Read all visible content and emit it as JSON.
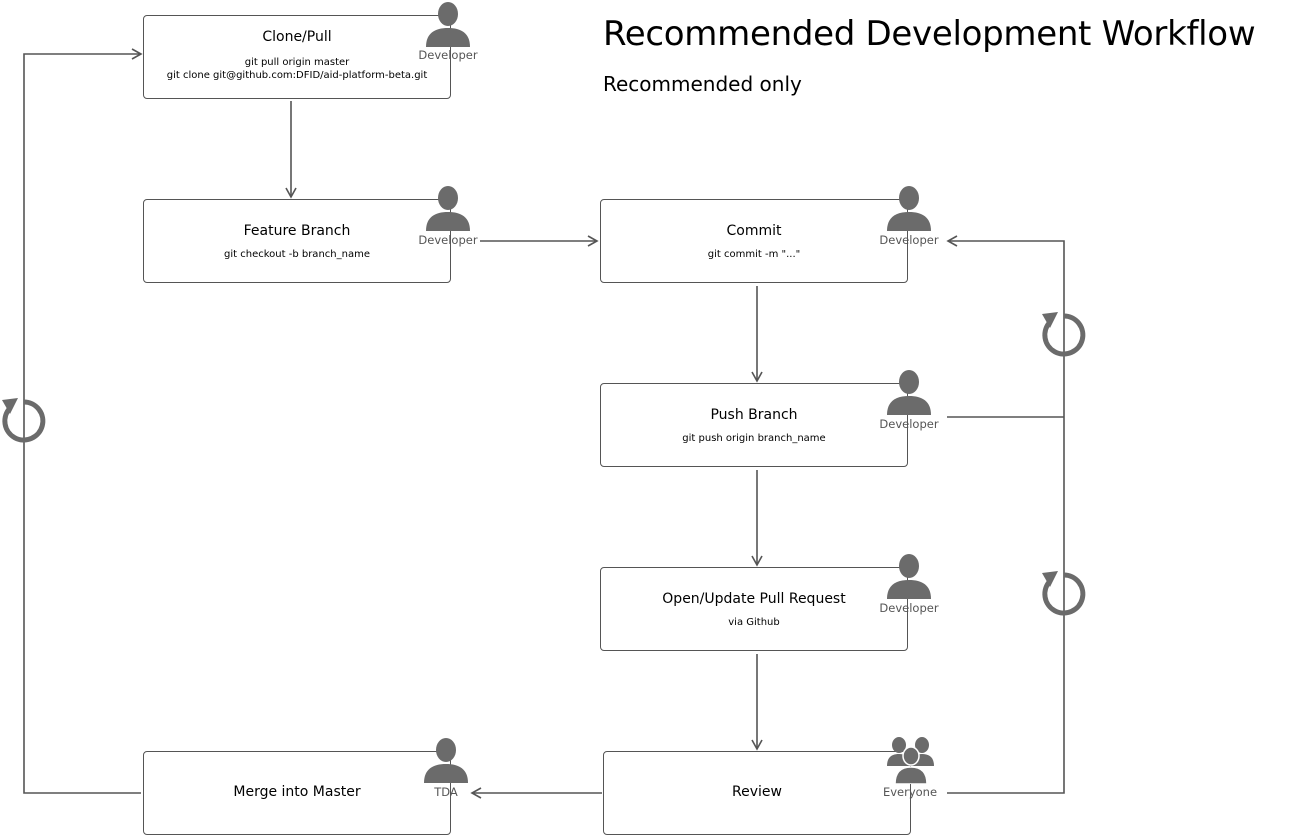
{
  "title": "Recommended Development Workflow",
  "subtitle": "Recommended only",
  "colors": {
    "line": "#555555",
    "icon": "#6b6b6b",
    "box_border": "#555555"
  },
  "steps": [
    {
      "id": "clone",
      "title": "Clone/Pull",
      "commands": [
        "git pull origin master",
        "git clone git@github.com:DFID/aid-platform-beta.git"
      ],
      "role": "Developer",
      "role_icon": "person-icon"
    },
    {
      "id": "feature",
      "title": "Feature Branch",
      "commands": [
        "git checkout -b branch_name"
      ],
      "role": "Developer",
      "role_icon": "person-icon"
    },
    {
      "id": "commit",
      "title": "Commit",
      "commands": [
        "git commit -m \"...\""
      ],
      "role": "Developer",
      "role_icon": "person-icon"
    },
    {
      "id": "push",
      "title": "Push Branch",
      "commands": [
        "git push origin branch_name"
      ],
      "role": "Developer",
      "role_icon": "person-icon"
    },
    {
      "id": "pr",
      "title": "Open/Update Pull Request",
      "commands": [
        "via Github"
      ],
      "role": "Developer",
      "role_icon": "person-icon"
    },
    {
      "id": "review",
      "title": "Review",
      "commands": [],
      "role": "Everyone",
      "role_icon": "group-icon"
    },
    {
      "id": "merge",
      "title": "Merge into Master",
      "commands": [],
      "role": "TDA",
      "role_icon": "person-icon"
    }
  ],
  "loop_icons": [
    "cycle-icon",
    "cycle-icon",
    "cycle-icon"
  ]
}
